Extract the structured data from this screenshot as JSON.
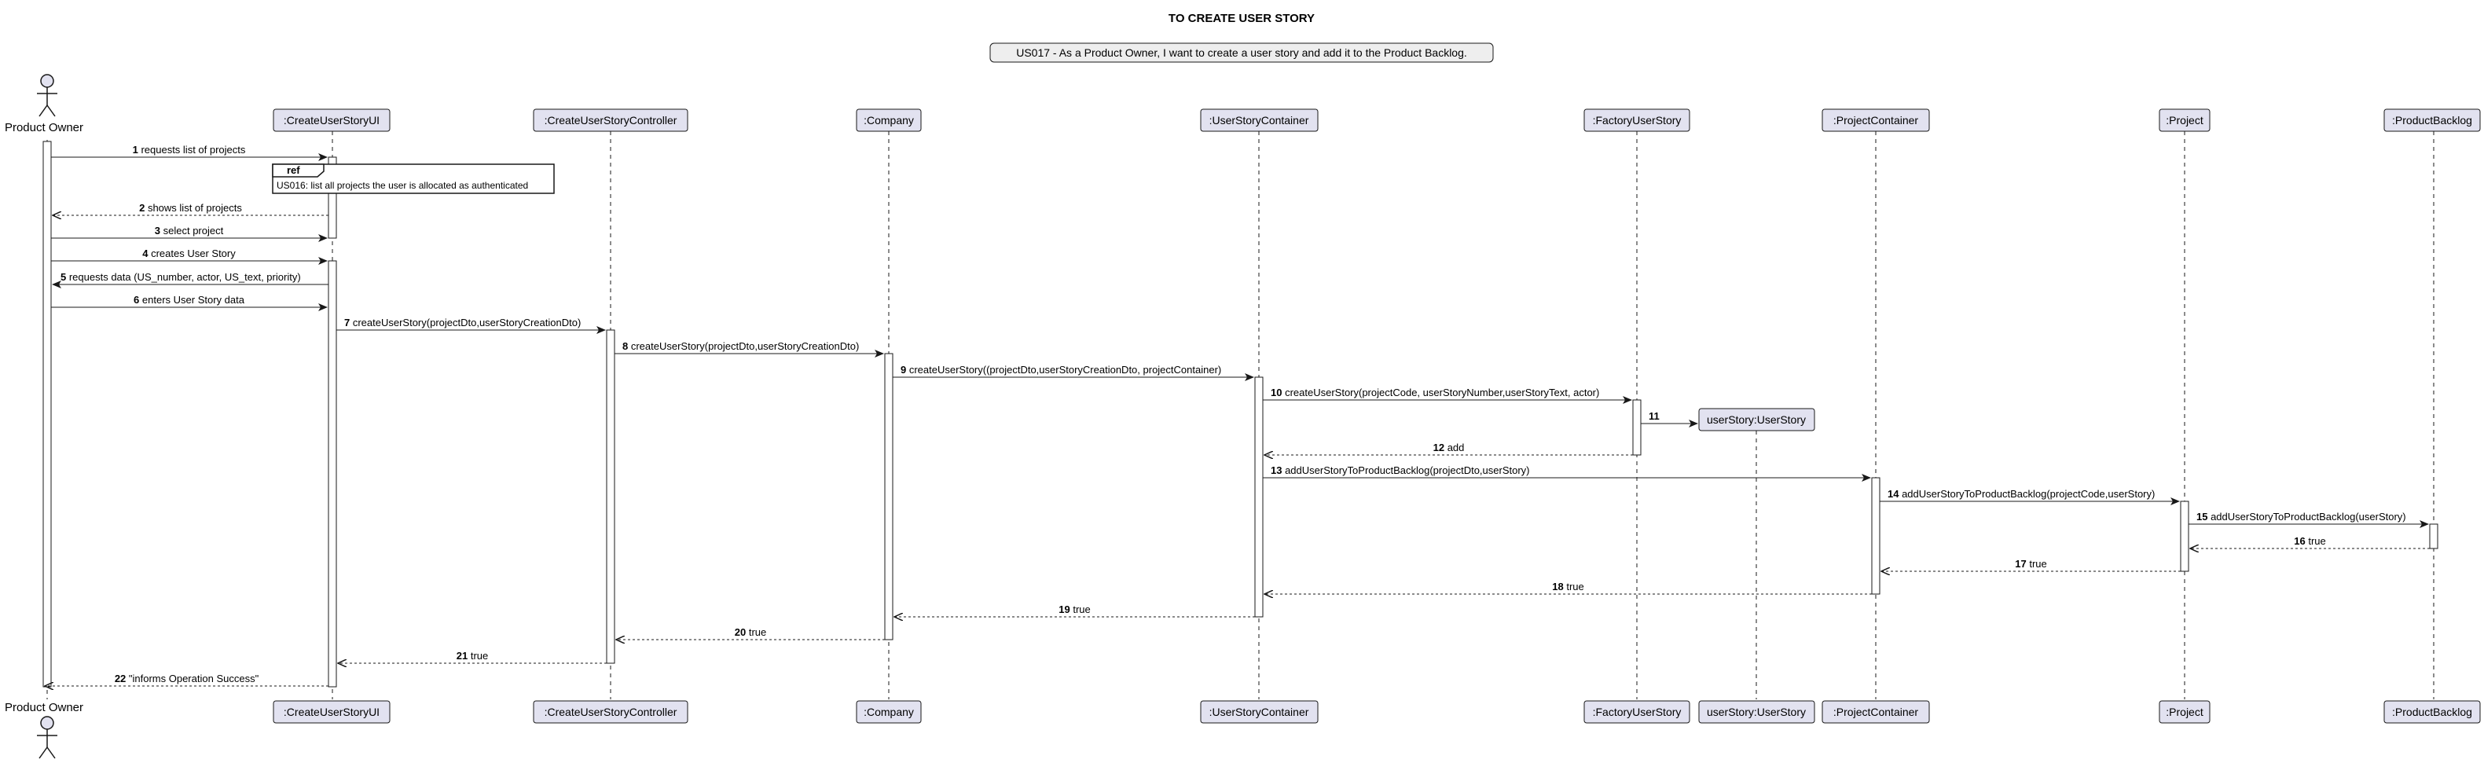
{
  "title": "TO CREATE USER STORY",
  "note": "US017 - As a Product Owner, I want to create a user story and add it to the Product Backlog.",
  "actor": {
    "label": "Product Owner"
  },
  "participants": [
    {
      "id": "ui",
      "label": ":CreateUserStoryUI"
    },
    {
      "id": "ctrl",
      "label": ":CreateUserStoryController"
    },
    {
      "id": "company",
      "label": ":Company"
    },
    {
      "id": "usc",
      "label": ":UserStoryContainer"
    },
    {
      "id": "factory",
      "label": ":FactoryUserStory"
    },
    {
      "id": "us",
      "label": "userStory:UserStory"
    },
    {
      "id": "pc",
      "label": ":ProjectContainer"
    },
    {
      "id": "project",
      "label": ":Project"
    },
    {
      "id": "pb",
      "label": ":ProductBacklog"
    }
  ],
  "ref": {
    "tag": "ref",
    "text": "US016: list all projects the user is allocated as authenticated"
  },
  "messages": [
    {
      "num": "1",
      "text": "requests list of projects",
      "from": "actor",
      "to": "ui",
      "type": "sync"
    },
    {
      "num": "2",
      "text": "shows list of projects",
      "from": "ui",
      "to": "actor",
      "type": "return"
    },
    {
      "num": "3",
      "text": "select project",
      "from": "actor",
      "to": "ui",
      "type": "sync"
    },
    {
      "num": "4",
      "text": "creates User Story",
      "from": "actor",
      "to": "ui",
      "type": "sync"
    },
    {
      "num": "5",
      "text": "requests data (US_number, actor, US_text, priority)",
      "from": "ui",
      "to": "actor",
      "type": "sync"
    },
    {
      "num": "6",
      "text": "enters User Story data",
      "from": "actor",
      "to": "ui",
      "type": "sync"
    },
    {
      "num": "7",
      "text": "createUserStory(projectDto,userStoryCreationDto)",
      "from": "ui",
      "to": "ctrl",
      "type": "sync"
    },
    {
      "num": "8",
      "text": "createUserStory(projectDto,userStoryCreationDto)",
      "from": "ctrl",
      "to": "company",
      "type": "sync"
    },
    {
      "num": "9",
      "text": "createUserStory((projectDto,userStoryCreationDto, projectContainer)",
      "from": "company",
      "to": "usc",
      "type": "sync"
    },
    {
      "num": "10",
      "text": "createUserStory(projectCode, userStoryNumber,userStoryText, actor)",
      "from": "usc",
      "to": "factory",
      "type": "sync"
    },
    {
      "num": "11",
      "text": "",
      "from": "factory",
      "to": "us",
      "type": "create"
    },
    {
      "num": "12",
      "text": "add",
      "from": "factory",
      "to": "usc",
      "type": "return"
    },
    {
      "num": "13",
      "text": "addUserStoryToProductBacklog(projectDto,userStory)",
      "from": "usc",
      "to": "pc",
      "type": "sync"
    },
    {
      "num": "14",
      "text": "addUserStoryToProductBacklog(projectCode,userStory)",
      "from": "pc",
      "to": "project",
      "type": "sync"
    },
    {
      "num": "15",
      "text": "addUserStoryToProductBacklog(userStory)",
      "from": "project",
      "to": "pb",
      "type": "sync"
    },
    {
      "num": "16",
      "text": "true",
      "from": "pb",
      "to": "project",
      "type": "return"
    },
    {
      "num": "17",
      "text": "true",
      "from": "project",
      "to": "pc",
      "type": "return"
    },
    {
      "num": "18",
      "text": "true",
      "from": "pc",
      "to": "usc",
      "type": "return"
    },
    {
      "num": "19",
      "text": "true",
      "from": "usc",
      "to": "company",
      "type": "return"
    },
    {
      "num": "20",
      "text": "true",
      "from": "company",
      "to": "ctrl",
      "type": "return"
    },
    {
      "num": "21",
      "text": "true",
      "from": "ctrl",
      "to": "ui",
      "type": "return"
    },
    {
      "num": "22",
      "text": "\"informs Operation Success\"",
      "from": "ui",
      "to": "actor",
      "type": "return"
    }
  ],
  "colors": {
    "participant_fill": "#E2E2F0",
    "participant_stroke": "#181818",
    "note_fill": "#EEEEEE",
    "line": "#181818",
    "lifeline": "#181818",
    "activation_fill": "#FFFFFF"
  }
}
